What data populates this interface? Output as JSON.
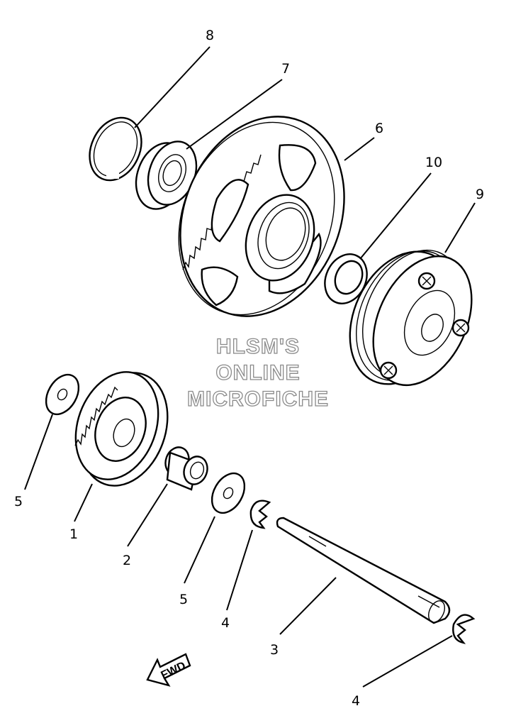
{
  "callouts": [
    {
      "id": "c8",
      "label": "8"
    },
    {
      "id": "c7",
      "label": "7"
    },
    {
      "id": "c6",
      "label": "6"
    },
    {
      "id": "c10",
      "label": "10"
    },
    {
      "id": "c9",
      "label": "9"
    },
    {
      "id": "c5a",
      "label": "5"
    },
    {
      "id": "c1",
      "label": "1"
    },
    {
      "id": "c2",
      "label": "2"
    },
    {
      "id": "c5b",
      "label": "5"
    },
    {
      "id": "c4a",
      "label": "4"
    },
    {
      "id": "c3",
      "label": "3"
    },
    {
      "id": "c4b",
      "label": "4"
    }
  ],
  "watermark": {
    "line1": "HLSM'S",
    "line2": "ONLINE",
    "line3": "MICROFICHE"
  },
  "fwd_arrow": {
    "label": "FWD"
  }
}
